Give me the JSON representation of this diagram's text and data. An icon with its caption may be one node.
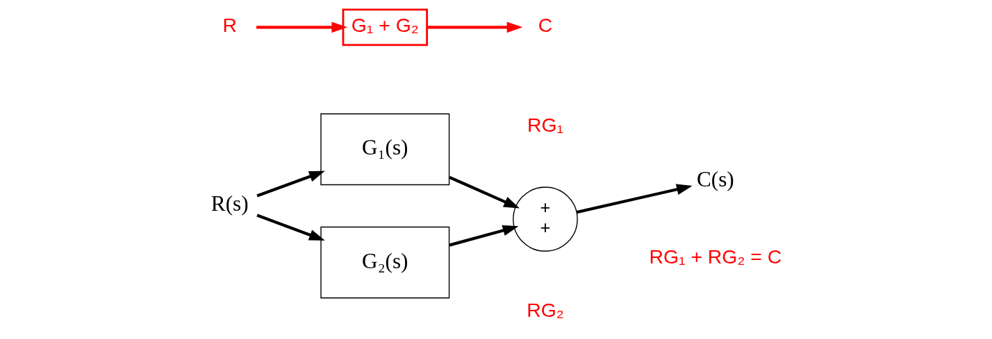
{
  "diagram": {
    "nodes": [
      {
        "text": [
          "R(s)"
        ]
      },
      {
        "text": [
          "G₁(s)"
        ]
      },
      {
        "text": [
          "G₂(s)"
        ]
      },
      {
        "text": [
          "+",
          "+"
        ]
      },
      {
        "text": [
          "C(s)"
        ]
      },
      {
        "text": [
          "R"
        ]
      },
      {
        "text": [
          "G₁ + G₂"
        ]
      },
      {
        "text": [
          "C"
        ]
      }
    ],
    "edges": [
      {
        "from": 0,
        "to": 1,
        "arrow": "to"
      },
      {
        "from": 0,
        "to": 2,
        "arrow": "to"
      },
      {
        "from": 1,
        "to": 3,
        "arrow": "to"
      },
      {
        "from": 2,
        "to": 3,
        "arrow": "to"
      },
      {
        "from": 3,
        "to": 4,
        "arrow": "to"
      },
      {
        "from": 5,
        "to": 6,
        "arrow": "to",
        "color": "#ff0000"
      },
      {
        "from": 6,
        "to": 7,
        "arrow": "to",
        "color": "#ff0000"
      }
    ],
    "labels": [
      "RG₁",
      "RG₁ + RG₂ = C",
      "RG₂"
    ]
  }
}
